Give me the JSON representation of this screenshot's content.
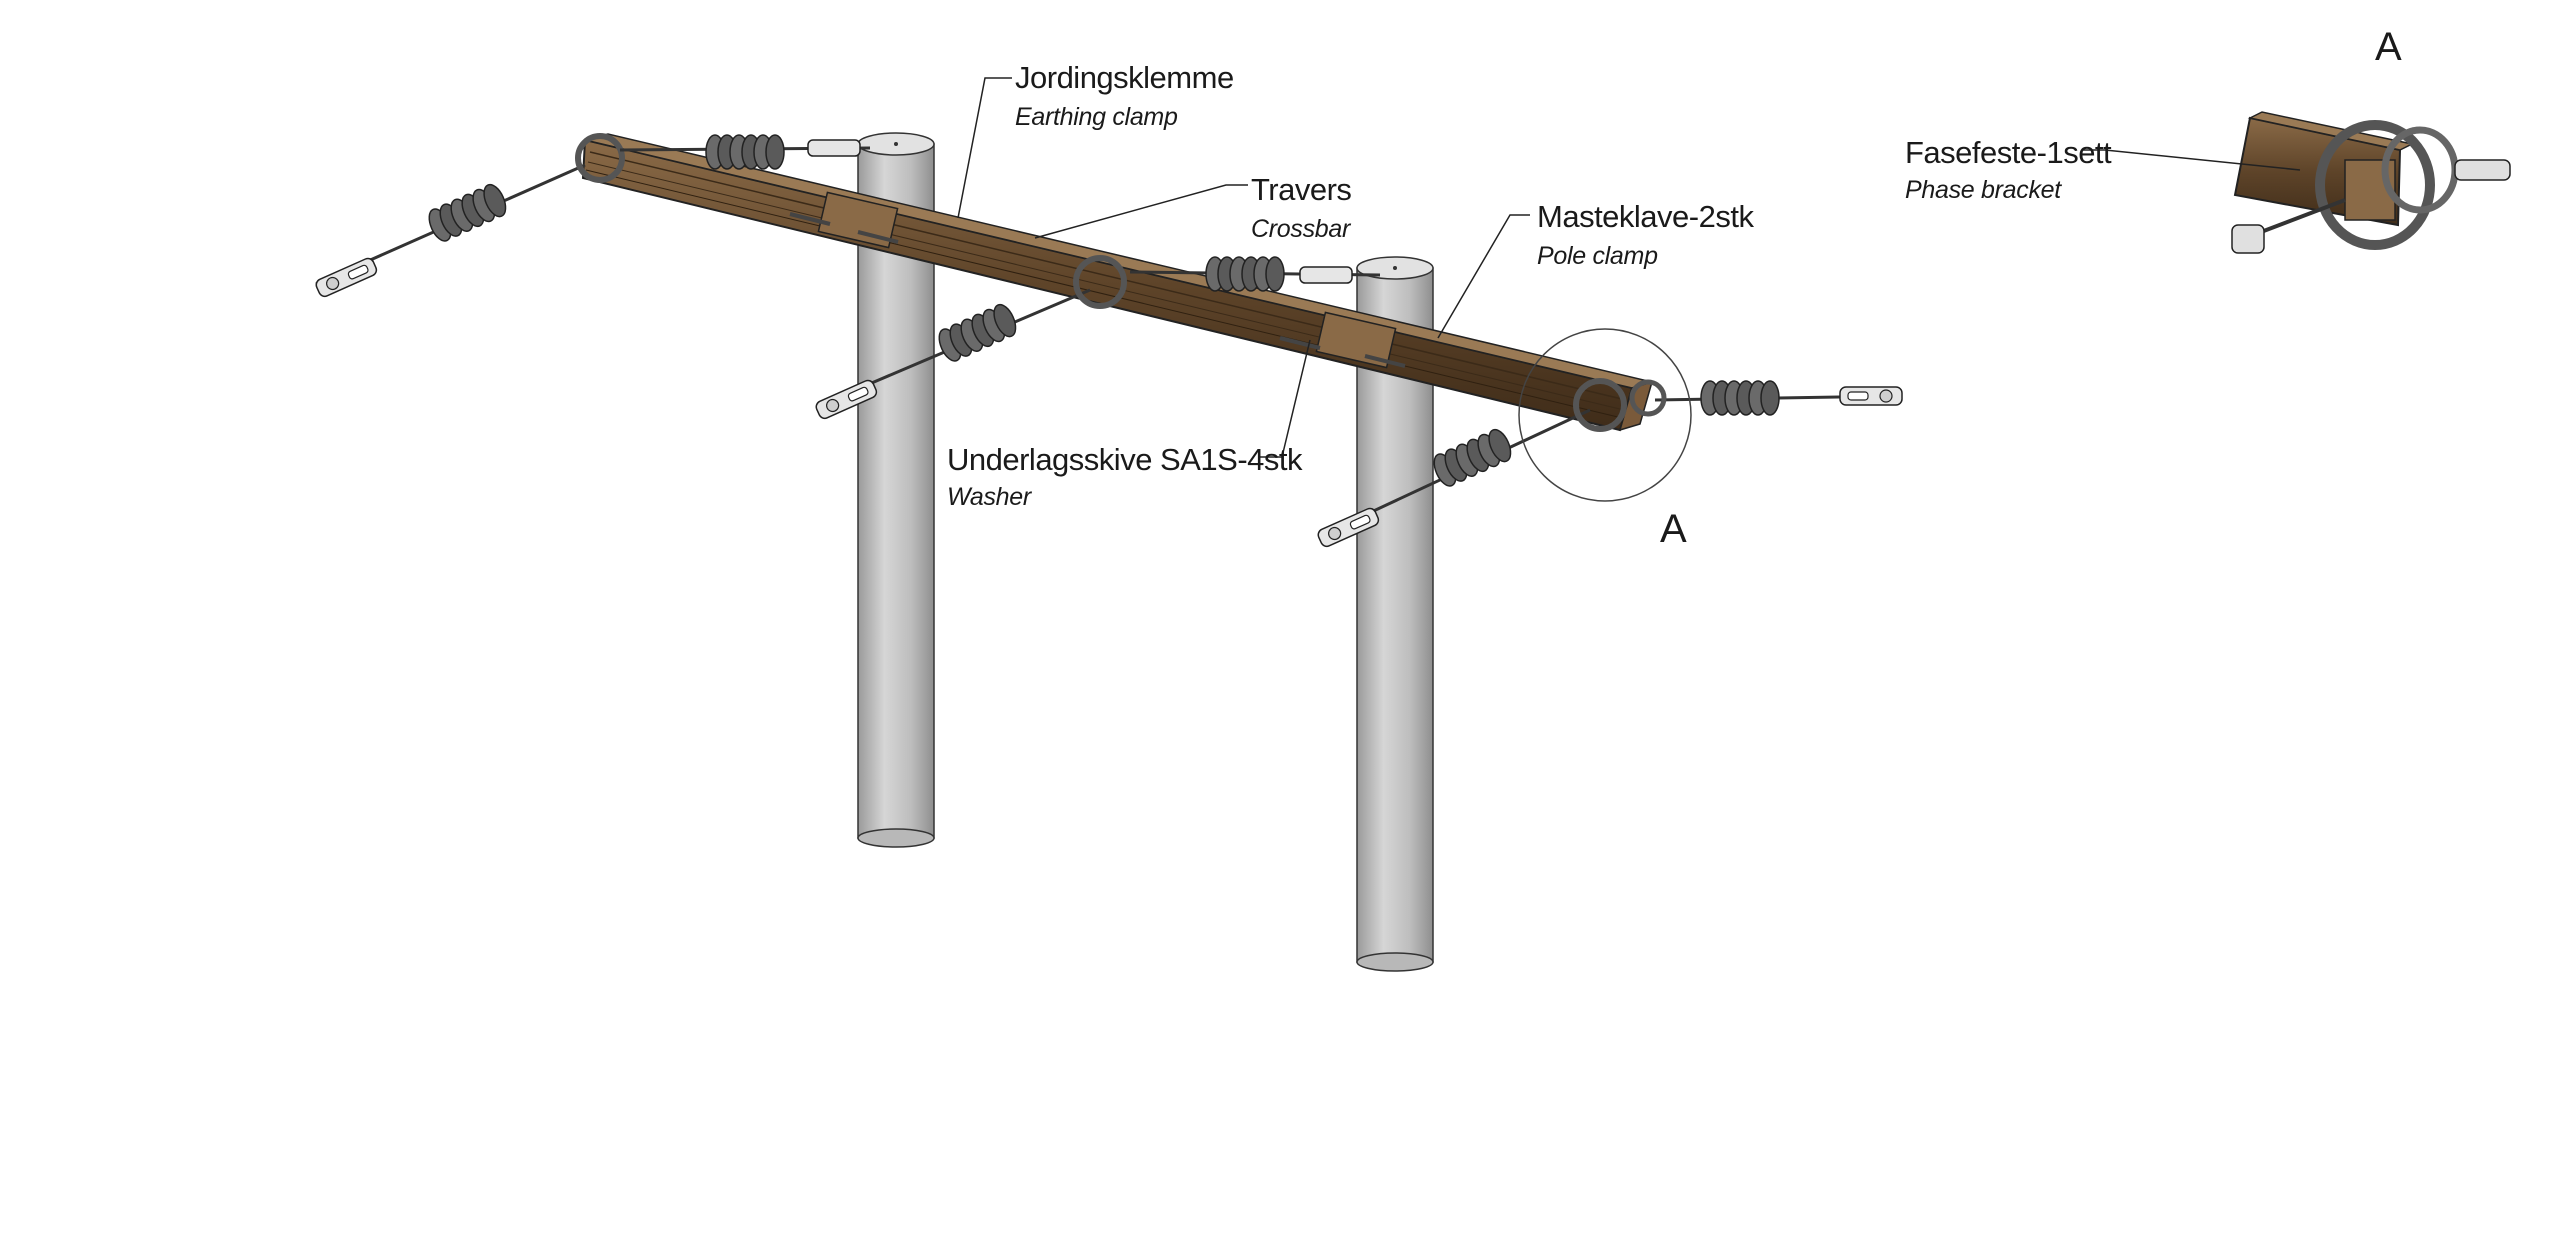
{
  "labels": {
    "earthing_clamp": {
      "main": "Jordingsklemme",
      "sub": "Earthing clamp"
    },
    "crossbar": {
      "main": "Travers",
      "sub": "Crossbar"
    },
    "pole_clamp": {
      "main": "Masteklave-2stk",
      "sub": "Pole clamp"
    },
    "washer": {
      "main": "Underlagsskive SA1S-4stk",
      "sub": "Washer"
    },
    "phase_bracket": {
      "main": "Fasefeste-1sett",
      "sub": "Phase bracket"
    }
  },
  "detail": {
    "marker_label": "A",
    "view_title": "A"
  },
  "colors": {
    "pole": "#c4c4c4",
    "crossbar": "#6b5034",
    "insulator": "#5a5a5a",
    "metal": "#d8d8d8",
    "line": "#222222"
  }
}
